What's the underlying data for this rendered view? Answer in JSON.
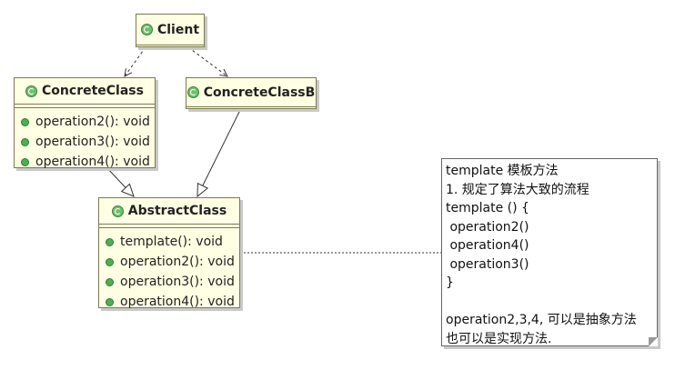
{
  "diagram": {
    "classes": {
      "client": {
        "name": "Client",
        "operations": []
      },
      "concrete_class": {
        "name": "ConcreteClass",
        "operations": [
          "operation2(): void",
          "operation3(): void",
          "operation4(): void"
        ]
      },
      "concrete_class_b": {
        "name": "ConcreteClassB",
        "operations": []
      },
      "abstract_class": {
        "name": "AbstractClass",
        "operations": [
          "template(): void",
          "operation2(): void",
          "operation3(): void",
          "operation4(): void"
        ]
      }
    },
    "note": {
      "lines": [
        "template 模板方法",
        "1. 规定了算法大致的流程",
        "template () {",
        " operation2()",
        " operation4()",
        " operation3()",
        "}",
        "",
        "operation2,3,4, 可以是抽象方法",
        "也可以是实现方法."
      ]
    },
    "relations": [
      {
        "from": "Client",
        "to": "ConcreteClass",
        "kind": "dependency"
      },
      {
        "from": "Client",
        "to": "ConcreteClassB",
        "kind": "dependency"
      },
      {
        "from": "ConcreteClass",
        "to": "AbstractClass",
        "kind": "generalization"
      },
      {
        "from": "ConcreteClassB",
        "to": "AbstractClass",
        "kind": "generalization"
      },
      {
        "from": "AbstractClass",
        "to": "note",
        "kind": "note-link"
      }
    ]
  }
}
